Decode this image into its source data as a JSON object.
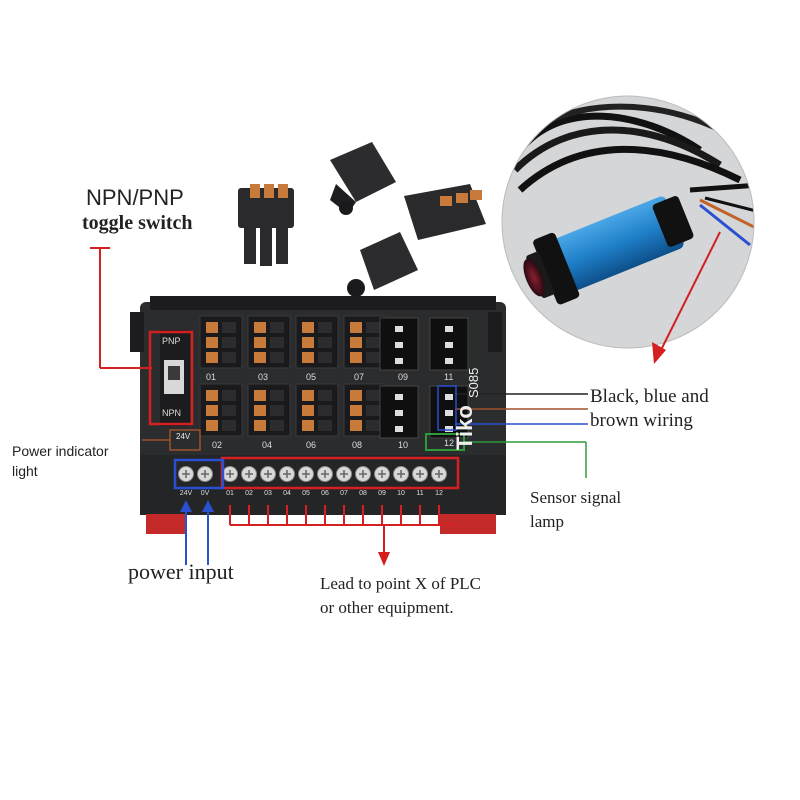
{
  "labels": {
    "switch_title": "NPN/PNP",
    "switch_subtitle": "toggle switch",
    "power_indicator": "Power indicator",
    "power_indicator_2": "light",
    "wiring_1": "Black, blue and",
    "wiring_2": "brown wiring",
    "sensor_lamp_1": "Sensor signal",
    "sensor_lamp_2": "lamp",
    "power_input": "power input",
    "lead_1": "Lead to point X of PLC",
    "lead_2": "or other equipment."
  },
  "board": {
    "brand": "Tiko",
    "model": "S085",
    "switch_top": "PNP",
    "switch_bottom": "NPN",
    "voltage_tag": "24V",
    "upper_channels": [
      "01",
      "03",
      "05",
      "07",
      "09",
      "11"
    ],
    "lower_channels": [
      "02",
      "04",
      "06",
      "08",
      "10",
      "12"
    ],
    "terminal_labels": [
      "24V",
      "0V",
      "01",
      "02",
      "03",
      "04",
      "05",
      "06",
      "07",
      "08",
      "09",
      "10",
      "11",
      "12"
    ]
  },
  "colors": {
    "board": "#2b2c2e",
    "connector_orange": "#c87a3a",
    "annotation_red": "#d42020",
    "annotation_blue": "#2a4fd0",
    "annotation_green": "#2f9a3a",
    "sensor_blue": "#1f7fc8"
  }
}
